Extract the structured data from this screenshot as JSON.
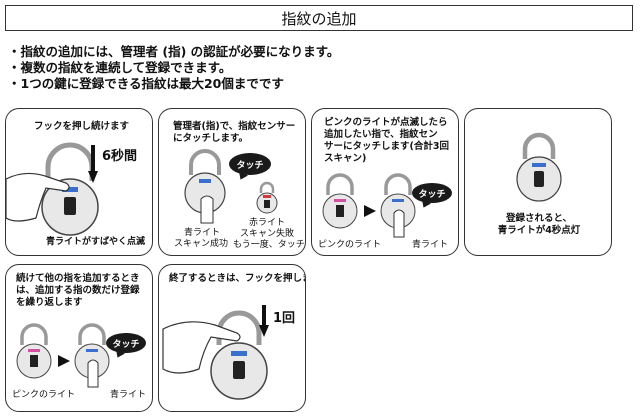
{
  "title": "指紋の追加",
  "notes": [
    "・指紋の追加には、管理者 (指) の認証が必要になります。",
    "・複数の指紋を連続して登録できます。",
    "・1つの鍵に登録できる指紋は最大20個までです"
  ],
  "step1": {
    "heading": "フックを押し続けます",
    "duration": "6秒間",
    "caption": "青ライトがすばやく点滅"
  },
  "step2": {
    "heading_line1": "管理者(指)で、指紋センサー",
    "heading_line2": "にタッチします。",
    "bubble": "タッチ",
    "success_line1": "青ライト",
    "success_line2": "スキャン成功",
    "fail_line1": "赤ライト",
    "fail_line2": "スキャン失敗",
    "fail_line3": "もう一度、タッチ"
  },
  "step3": {
    "line1": "ピンクのライトが点滅したら",
    "line2": "追加したい指で、指紋セン",
    "line3": "サーにタッチします(合計3回",
    "line4": "スキャン)",
    "bubble": "タッチ",
    "left_caption": "ピンクのライト",
    "right_caption": "青ライト"
  },
  "step4": {
    "line1": "登録されると、",
    "line2": "青ライトが4秒点灯"
  },
  "step5": {
    "line1": "続けて他の指を追加するとき",
    "line2": "は、追加する指の数だけ登録",
    "line3": "を繰り返します",
    "bubble": "タッチ",
    "left_caption": "ピンクのライト",
    "right_caption": "青ライト"
  },
  "step6": {
    "heading": "終了するときは、フックを押します",
    "count": "1回"
  }
}
